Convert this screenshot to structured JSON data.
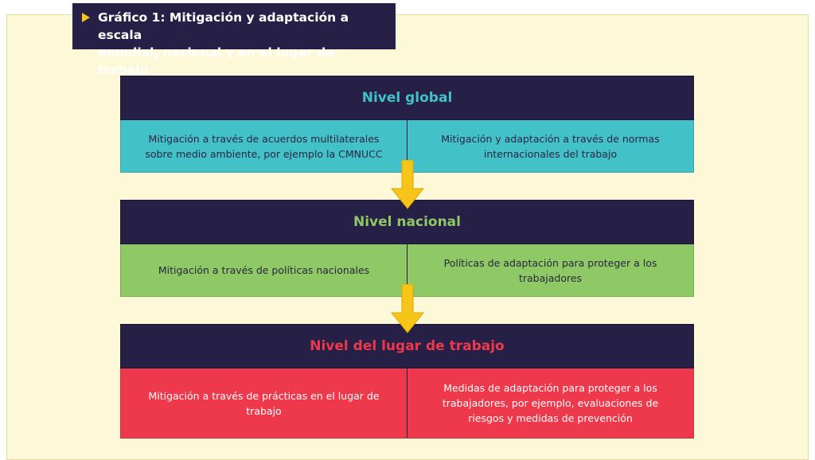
{
  "title": {
    "line1": "Gráfico 1: Mitigación y adaptación a escala",
    "line2": "mundial, nacional y en el lugar de trabajo"
  },
  "colors": {
    "dark": "#262046",
    "global": "#43c1c9",
    "nacional": "#8fc965",
    "lugar": "#ee384c",
    "arrow": "#f7c518",
    "background": "#fdf8d8"
  },
  "levels": [
    {
      "heading": "Nivel global",
      "left_line1": "Mitigación a través de acuerdos multilaterales",
      "left_line2": "sobre medio ambiente, por ejemplo la CMNUCC",
      "right_line1": "Mitigación y adaptación a través de normas",
      "right_line2": "internacionales del trabajo"
    },
    {
      "heading": "Nivel nacional",
      "left_line1": "Mitigación a través de políticas nacionales",
      "right_line1": "Políticas de adaptación para proteger a los",
      "right_line2": "trabajadores"
    },
    {
      "heading": "Nivel del lugar de trabajo",
      "left_line1": "Mitigación a través de prácticas en el lugar de",
      "left_line2": "trabajo",
      "right_line1": "Medidas de adaptación para proteger a los",
      "right_line2": "trabajadores, por ejemplo, evaluaciones de",
      "right_line3": "riesgos y medidas de prevención"
    }
  ]
}
